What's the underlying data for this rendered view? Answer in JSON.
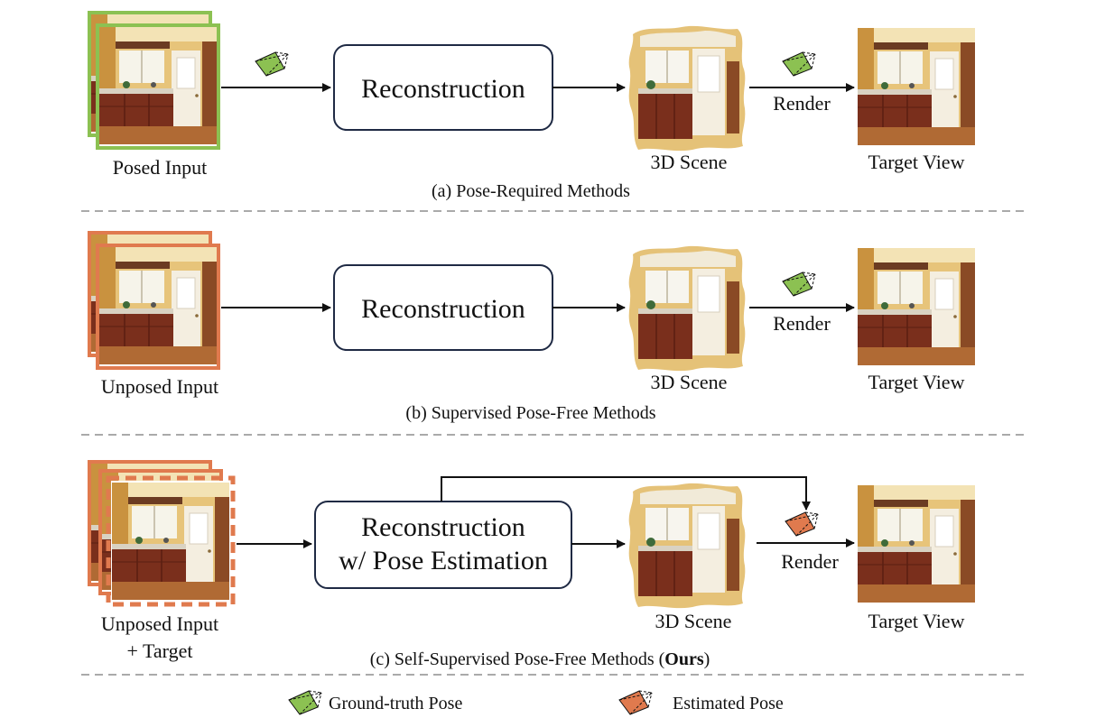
{
  "colors": {
    "gt_pose": "#8cc152",
    "est_pose": "#e07a4e",
    "posed_frame": "#8cc152",
    "unposed_frame": "#e07a4e",
    "divider": "#aaaaaa",
    "box_stroke": "#1f2a44"
  },
  "panels": [
    {
      "input_label": "Posed Input",
      "box_label_1": "Reconstruction",
      "box_label_2": "",
      "scene_label": "3D Scene",
      "render_label": "Render",
      "target_label": "Target View",
      "caption": "(a) Pose-Required Methods"
    },
    {
      "input_label": "Unposed Input",
      "box_label_1": "Reconstruction",
      "box_label_2": "",
      "scene_label": "3D Scene",
      "render_label": "Render",
      "target_label": "Target View",
      "caption": "(b) Supervised Pose-Free Methods"
    },
    {
      "input_label": "Unposed Input",
      "input_label_2": "+ Target",
      "box_label_1": "Reconstruction",
      "box_label_2": "w/ Pose Estimation",
      "scene_label": "3D Scene",
      "render_label": "Render",
      "target_label": "Target View",
      "caption_prefix": "(c) Self-Supervised Pose-Free Methods (",
      "caption_bold": "Ours",
      "caption_suffix": ")"
    }
  ],
  "legend": {
    "gt_label": "Ground-truth Pose",
    "est_label": "Estimated Pose"
  }
}
